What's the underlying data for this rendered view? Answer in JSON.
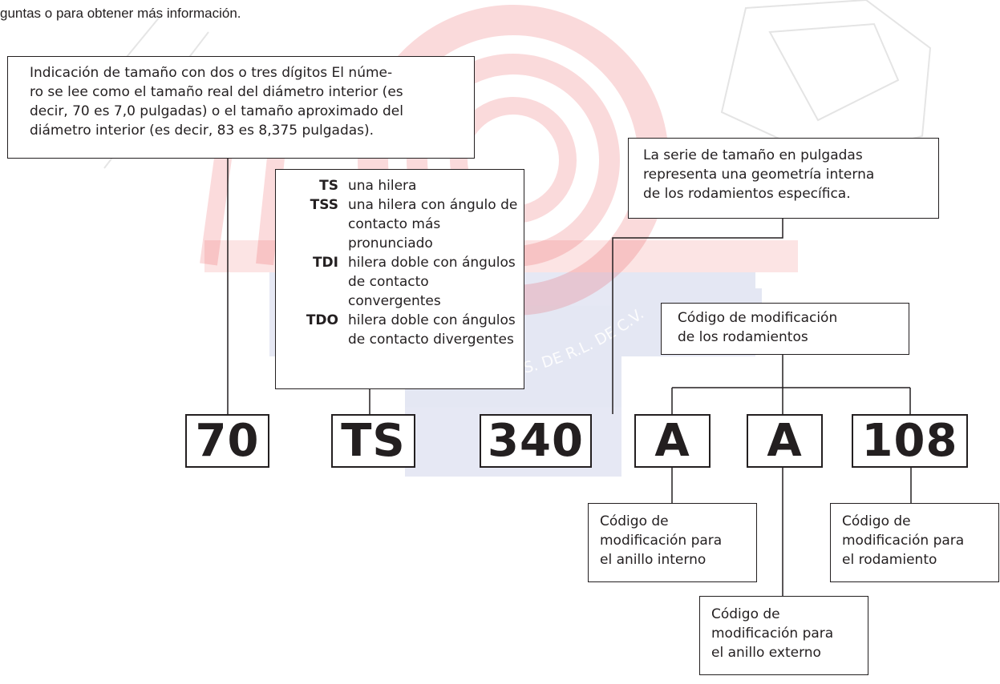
{
  "intro_text": "guntas o para obtener más información.",
  "colors": {
    "ink": "#231f20",
    "watermark_red": "#e61e25",
    "watermark_blue": "#3b4fa8"
  },
  "watermark_text": "INSUMOS INDUSTRIALES DÍAZ S. DE R.L. DE C.V.",
  "codes": [
    "70",
    "TS",
    "340",
    "A",
    "A",
    "108"
  ],
  "size_box": "Indicación de tamaño con dos o tres dígitos El núme-\nro se lee como el tamaño real del diámetro interior (es\ndecir, 70 es 7,0 pulgadas) o el tamaño aproximado del\ndiámetro interior (es decir, 83 es 8,375 pulgadas).",
  "series_box": "La serie de tamaño en pulgadas\nrepresenta una geometría interna\nde los rodamientos específica.",
  "modification_box": "Código de modificación\nde los rodamientos",
  "inner_ring_box": "Código de\nmodificación para\nel anillo interno",
  "outer_ring_box": "Código de\nmodificación para\nel anillo externo",
  "bearing_box": "Código de\nmodificación para\nel rodamiento",
  "type_legend": [
    {
      "code": "TS",
      "desc": "una hilera"
    },
    {
      "code": "TSS",
      "desc": "una hilera con ángulo de contacto más pronunciado"
    },
    {
      "code": "TDI",
      "desc": "hilera doble con ángulos de contacto convergentes"
    },
    {
      "code": "TDO",
      "desc": "hilera doble con ángulos de contacto divergentes"
    }
  ]
}
